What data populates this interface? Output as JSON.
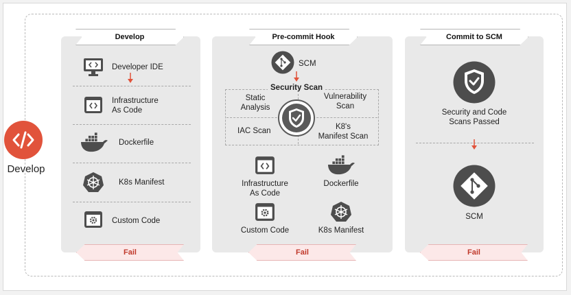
{
  "left_badge": {
    "label": "Develop",
    "icon": "code-icon"
  },
  "columns": {
    "develop": {
      "title": "Develop",
      "items": [
        {
          "label": "Developer IDE",
          "icon": "monitor-code-icon"
        },
        {
          "label": "Infrastructure\nAs Code",
          "icon": "code-window-icon"
        },
        {
          "label": "Dockerfile",
          "icon": "docker-icon"
        },
        {
          "label": "K8s Manifest",
          "icon": "kubernetes-icon"
        },
        {
          "label": "Custom Code",
          "icon": "gear-window-icon"
        }
      ],
      "fail": "Fail"
    },
    "precommit": {
      "title": "Pre-commit Hook",
      "scm": {
        "label": "SCM",
        "icon": "git-icon"
      },
      "security_scan": {
        "title": "Security Scan",
        "static": "Static\nAnalysis",
        "vulnerability": "Vulnerability\nScan",
        "iac": "IAC Scan",
        "k8s": "K8's\nManifest  Scan",
        "icon": "shield-check-icon"
      },
      "items": [
        {
          "label": "Infrastructure\nAs Code",
          "icon": "code-window-icon"
        },
        {
          "label": "Dockerfile",
          "icon": "docker-icon"
        },
        {
          "label": "Custom Code",
          "icon": "gear-window-icon"
        },
        {
          "label": "K8s Manifest",
          "icon": "kubernetes-icon"
        }
      ],
      "fail": "Fail"
    },
    "commit": {
      "title": "Commit to SCM",
      "passed": "Security and Code\nScans Passed",
      "scm": "SCM",
      "fail": "Fail"
    }
  },
  "colors": {
    "accent": "#e1533b",
    "icon_dark": "#4d4d4d",
    "panel": "#e9e9e9",
    "fail_bg": "#fce8e8",
    "fail_text": "#c0392b"
  }
}
